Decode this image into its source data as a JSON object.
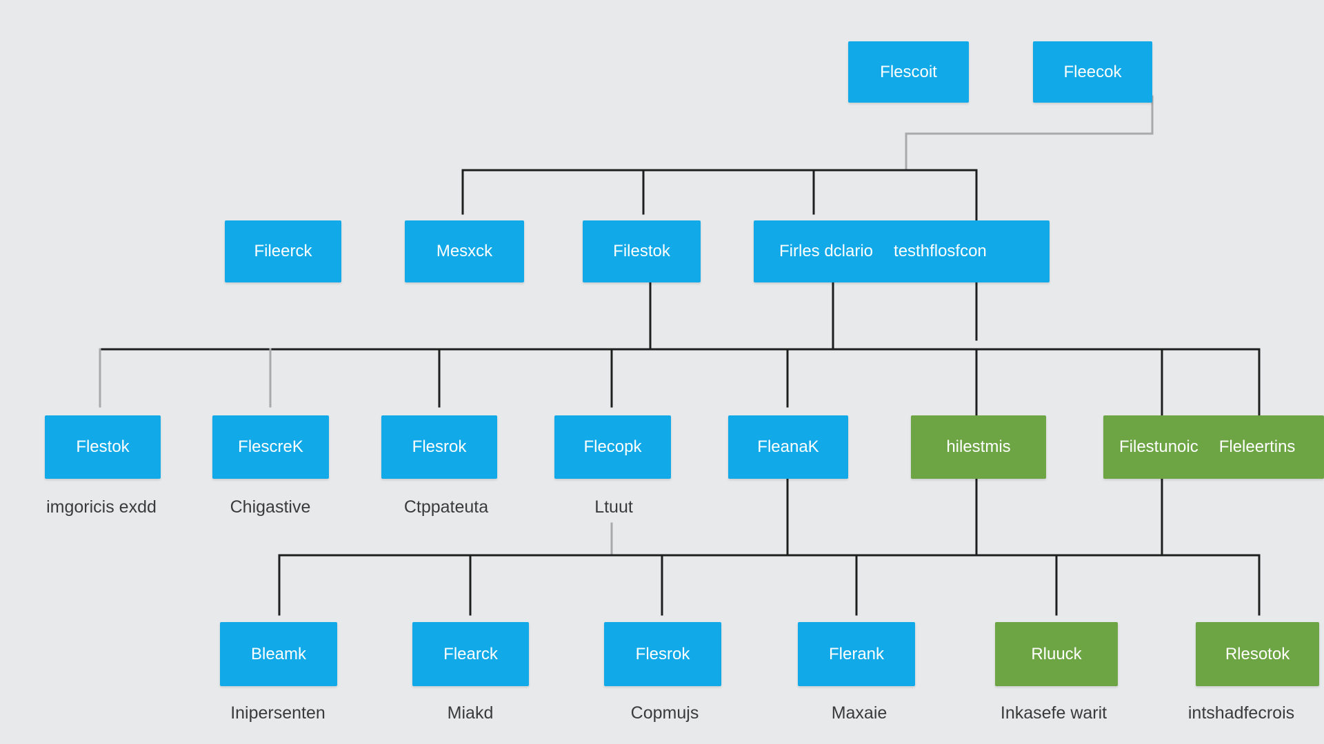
{
  "colors": {
    "blue": "#12a9e8",
    "green": "#6da544",
    "line": "#1e1e1e",
    "line_light": "#a9a9a9",
    "background": "#e8e9eb"
  },
  "nodes": {
    "top_1": {
      "label": "Flescoit"
    },
    "top_2": {
      "label": "Fleecok"
    },
    "mid_1": {
      "label": "Fileerck"
    },
    "mid_2": {
      "label": "Mesxck"
    },
    "mid_3": {
      "label": "Filestok"
    },
    "mid_4": {
      "label": "Firles dclario",
      "label_2": "testhflosfcon"
    },
    "row3_1": {
      "label": "Flestok",
      "caption": "imgoricis exdd"
    },
    "row3_2": {
      "label": "FlescreK",
      "caption": "Chigastive"
    },
    "row3_3": {
      "label": "Flesrok",
      "caption": "Ctppateuta"
    },
    "row3_4": {
      "label": "Flecopk",
      "caption": "Ltuut"
    },
    "row3_5": {
      "label": "FleanaK"
    },
    "row3_6": {
      "label": "hilestmis"
    },
    "row3_7": {
      "label": "Filestunoic",
      "label_2": "Fleleertins"
    },
    "row4_1": {
      "label": "Bleamk",
      "caption": "Inipersenten"
    },
    "row4_2": {
      "label": "Flearck",
      "caption": "Miakd"
    },
    "row4_3": {
      "label": "Flesrok",
      "caption": "Copmujs"
    },
    "row4_4": {
      "label": "Flerank",
      "caption": "Maxaie"
    },
    "row4_5": {
      "label": "Rluuck",
      "caption": "Inkasefe warit"
    },
    "row4_6": {
      "label": "Rlesotok",
      "caption": "intshadfecrois"
    }
  }
}
